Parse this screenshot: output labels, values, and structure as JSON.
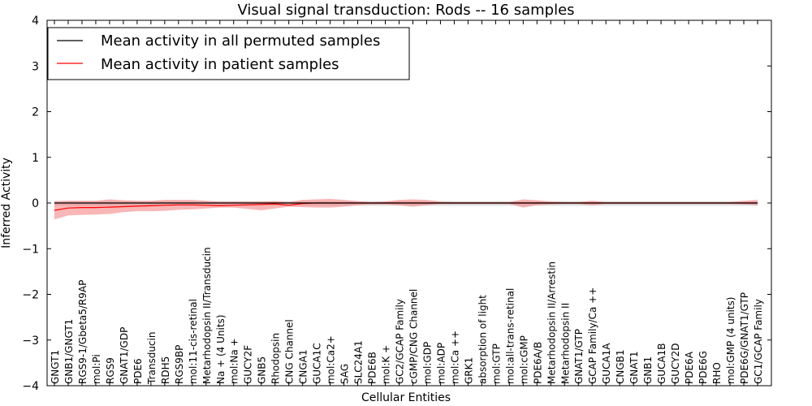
{
  "chart_data": {
    "type": "line",
    "title": "Visual signal transduction: Rods -- 16 samples",
    "xlabel": "Cellular Entities",
    "ylabel": "Inferred Activity",
    "ylim": [
      -4,
      4
    ],
    "yticks": [
      -4,
      -3,
      -2,
      -1,
      0,
      1,
      2,
      3,
      4
    ],
    "grid": false,
    "legend_position": "top-left",
    "categories": [
      "GNGT1",
      "GNB1/GNGT1",
      "RGS9-1/Gbeta5/R9AP",
      "mol:Pi",
      "RGS9",
      "GNAT1/GDP",
      "PDE6",
      "Transducin",
      "RDH5",
      "RGS9BP",
      "mol:11-cis-retinal",
      "Metarhodopsin II/Transducin",
      "Na + (4 Units)",
      "mol:Na +",
      "GUCY2F",
      "GNB5",
      "Rhodopsin",
      "CNG Channel",
      "CNGA1",
      "GUCA1C",
      "mol:Ca2+",
      "SAG",
      "SLC24A1",
      "PDE6B",
      "mol:K +",
      "GC2/GCAP Family",
      "cGMP/CNG Channel",
      "mol:GDP",
      "mol:ADP",
      "mol:Ca ++",
      "GRK1",
      "absorption of light",
      "mol:GTP",
      "mol:all-trans-retinal",
      "mol:cGMP",
      "PDE6A/B",
      "Metarhodopsin II/Arrestin",
      "Metarhodopsin II",
      "GNAT1/GTP",
      "GCAP Family/Ca ++",
      "GUCA1A",
      "CNGB1",
      "GNAT1",
      "GNB1",
      "GUCA1B",
      "GUCY2D",
      "PDE6A",
      "PDE6G",
      "RHO",
      "mol:GMP (4 units)",
      "PDE6G/GNAT1/GTP",
      "GC1/GCAP Family"
    ],
    "series": [
      {
        "name": "Mean activity in all permuted samples",
        "color": "#000000",
        "band_color": "#bbbbbb",
        "values": [
          0.0,
          0.0,
          0.0,
          0.0,
          0.0,
          0.0,
          0.0,
          0.0,
          0.0,
          0.0,
          0.0,
          0.0,
          0.0,
          0.0,
          0.0,
          0.0,
          0.0,
          0.0,
          0.0,
          0.0,
          0.0,
          0.0,
          0.0,
          0.0,
          0.0,
          0.0,
          0.0,
          0.0,
          0.0,
          0.0,
          0.0,
          0.0,
          0.0,
          0.0,
          0.0,
          0.0,
          0.0,
          0.0,
          0.0,
          0.0,
          0.0,
          0.0,
          0.0,
          0.0,
          0.0,
          0.0,
          0.0,
          0.0,
          0.0,
          0.0,
          0.0,
          0.0
        ],
        "lower": [
          -0.06,
          -0.06,
          -0.06,
          -0.06,
          -0.06,
          -0.06,
          -0.06,
          -0.06,
          -0.06,
          -0.06,
          -0.06,
          -0.06,
          -0.06,
          -0.06,
          -0.06,
          -0.06,
          -0.06,
          -0.06,
          -0.06,
          -0.06,
          -0.06,
          -0.06,
          -0.06,
          -0.06,
          -0.06,
          -0.06,
          -0.06,
          -0.06,
          -0.06,
          -0.06,
          -0.06,
          -0.06,
          -0.06,
          -0.06,
          -0.06,
          -0.06,
          -0.06,
          -0.06,
          -0.06,
          -0.06,
          -0.06,
          -0.06,
          -0.06,
          -0.06,
          -0.06,
          -0.06,
          -0.06,
          -0.06,
          -0.06,
          -0.06,
          -0.06,
          -0.06
        ],
        "upper": [
          0.04,
          0.04,
          0.04,
          0.04,
          0.04,
          0.04,
          0.04,
          0.04,
          0.04,
          0.04,
          0.04,
          0.04,
          0.04,
          0.04,
          0.04,
          0.04,
          0.04,
          0.04,
          0.04,
          0.04,
          0.04,
          0.04,
          0.04,
          0.04,
          0.04,
          0.04,
          0.04,
          0.04,
          0.04,
          0.04,
          0.04,
          0.04,
          0.04,
          0.04,
          0.04,
          0.04,
          0.04,
          0.04,
          0.04,
          0.04,
          0.04,
          0.04,
          0.04,
          0.04,
          0.04,
          0.04,
          0.04,
          0.04,
          0.04,
          0.04,
          0.04,
          0.04
        ]
      },
      {
        "name": "Mean activity in patient samples",
        "color": "#ff0000",
        "band_color": "#f47a7a",
        "values": [
          -0.16,
          -0.11,
          -0.1,
          -0.1,
          -0.09,
          -0.08,
          -0.07,
          -0.06,
          -0.05,
          -0.04,
          -0.04,
          -0.05,
          -0.06,
          -0.05,
          -0.04,
          -0.03,
          -0.02,
          -0.05,
          -0.01,
          0.0,
          0.0,
          0.0,
          0.0,
          0.0,
          0.0,
          0.0,
          0.0,
          0.0,
          0.0,
          0.0,
          0.0,
          0.0,
          0.0,
          0.0,
          0.0,
          0.0,
          0.0,
          0.0,
          0.0,
          0.0,
          0.0,
          0.0,
          0.0,
          0.0,
          0.0,
          0.0,
          0.0,
          0.0,
          0.0,
          0.0,
          0.0,
          0.0
        ],
        "lower": [
          -0.36,
          -0.27,
          -0.26,
          -0.25,
          -0.24,
          -0.2,
          -0.18,
          -0.18,
          -0.17,
          -0.15,
          -0.14,
          -0.12,
          -0.1,
          -0.1,
          -0.13,
          -0.16,
          -0.12,
          -0.08,
          -0.09,
          -0.1,
          -0.1,
          -0.08,
          -0.05,
          -0.03,
          -0.03,
          -0.05,
          -0.08,
          -0.05,
          -0.02,
          -0.02,
          -0.02,
          -0.02,
          -0.02,
          -0.02,
          -0.1,
          -0.05,
          -0.03,
          -0.02,
          -0.02,
          -0.05,
          -0.02,
          -0.02,
          -0.02,
          -0.02,
          -0.02,
          -0.02,
          -0.02,
          -0.02,
          -0.02,
          -0.02,
          -0.03,
          -0.05
        ],
        "upper": [
          0.04,
          0.05,
          0.05,
          0.05,
          0.08,
          0.06,
          0.05,
          0.05,
          0.07,
          0.07,
          0.07,
          0.05,
          0.03,
          0.03,
          0.03,
          0.03,
          0.04,
          0.02,
          0.07,
          0.08,
          0.09,
          0.07,
          0.04,
          0.02,
          0.03,
          0.07,
          0.08,
          0.07,
          0.03,
          0.02,
          0.02,
          0.02,
          0.02,
          0.02,
          0.08,
          0.06,
          0.03,
          0.02,
          0.02,
          0.05,
          0.02,
          0.02,
          0.02,
          0.02,
          0.02,
          0.02,
          0.02,
          0.02,
          0.02,
          0.02,
          0.05,
          0.07
        ]
      }
    ]
  }
}
